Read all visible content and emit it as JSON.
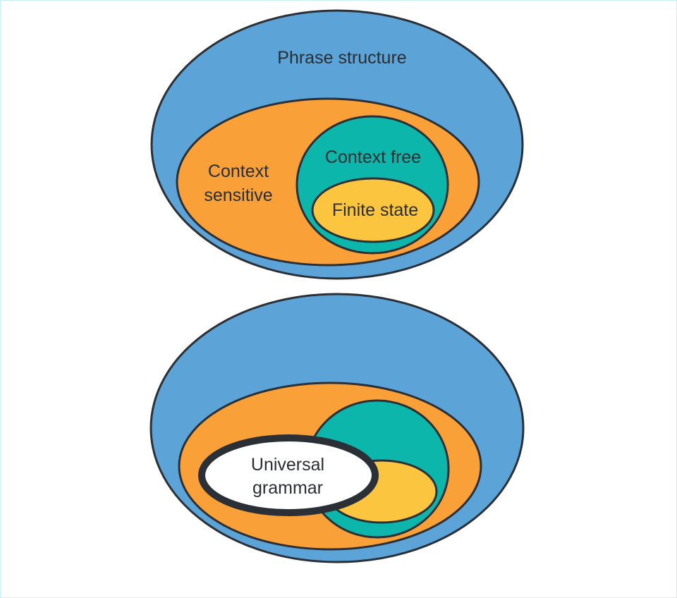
{
  "colors": {
    "phrase_structure": "#5ca4d8",
    "context_sensitive": "#f9a138",
    "context_free": "#0db6aa",
    "finite_state": "#fcc540",
    "universal_grammar": "#ffffff",
    "outline": "#2b2f36"
  },
  "top_diagram": {
    "phrase_structure": "Phrase structure",
    "context_sensitive_line1": "Context",
    "context_sensitive_line2": "sensitive",
    "context_free": "Context free",
    "finite_state": "Finite state"
  },
  "bottom_diagram": {
    "universal_grammar_line1": "Universal",
    "universal_grammar_line2": "grammar"
  }
}
